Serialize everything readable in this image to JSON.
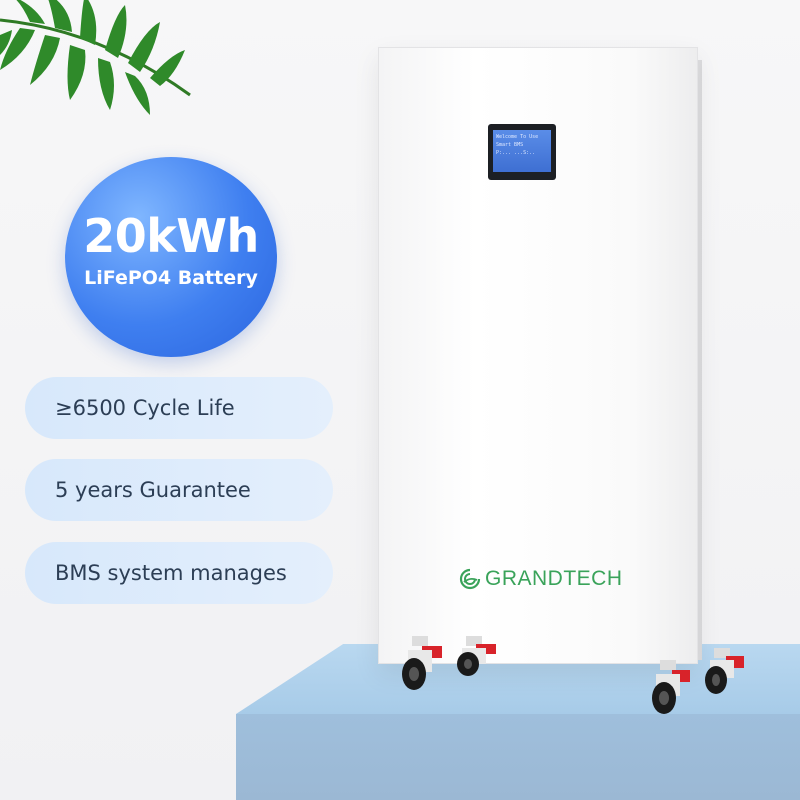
{
  "badge": {
    "capacity": "20kWh",
    "subtitle": "LiFePO4 Battery"
  },
  "features": [
    {
      "label": "≥6500 Cycle Life"
    },
    {
      "label": "5 years Guarantee"
    },
    {
      "label": "BMS system manages"
    }
  ],
  "product": {
    "brand": "GRANDTECH",
    "screen_lines": [
      "Welcome To Use",
      "Smart BMS",
      "",
      "P:...  ...S:.."
    ]
  },
  "colors": {
    "badge_blue": "#3f7ff0",
    "pill_bg": "#d7e8fb",
    "brand_green": "#3aa35a",
    "pedestal": "#a7cbe8"
  }
}
